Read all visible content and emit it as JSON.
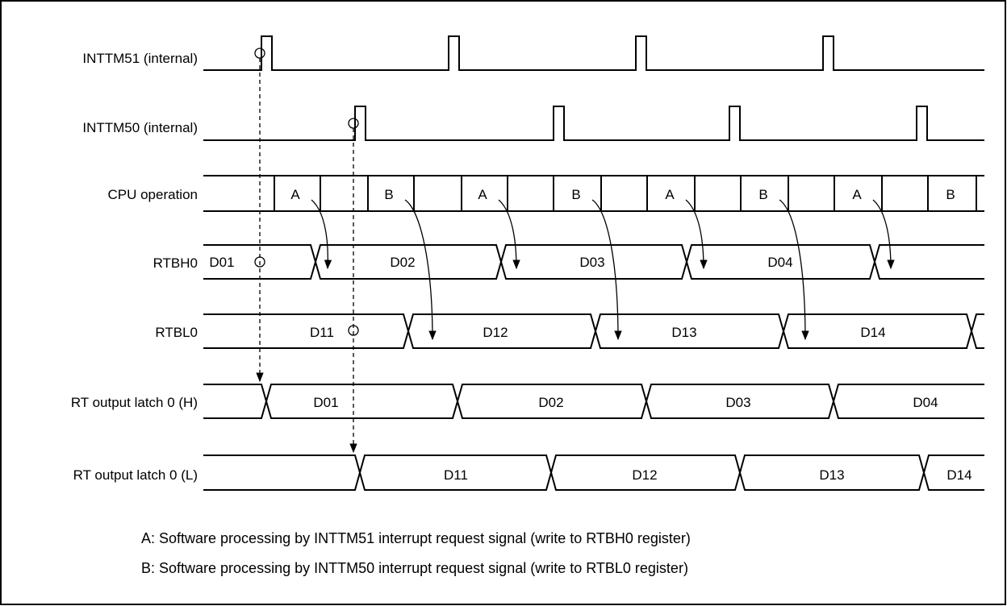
{
  "signals": {
    "intm51": "INTTM51 (internal)",
    "intm50": "INTTM50 (internal)",
    "cpu": "CPU operation",
    "rtbh0": "RTBH0",
    "rtbl0": "RTBL0",
    "latch_h": "RT output latch 0 (H)",
    "latch_l": "RT output latch 0 (L)"
  },
  "cpu_ops": [
    "A",
    "B",
    "A",
    "B",
    "A",
    "B",
    "A",
    "B"
  ],
  "rtbh0_values": [
    "D01",
    "D02",
    "D03",
    "D04"
  ],
  "rtbl0_values": [
    "D11",
    "D12",
    "D13",
    "D14"
  ],
  "latch_h_values": [
    "D01",
    "D02",
    "D03",
    "D04"
  ],
  "latch_l_values": [
    "D11",
    "D12",
    "D13",
    "D14"
  ],
  "legend": {
    "a": "A: Software processing by INTTM51 interrupt request signal (write to RTBH0 register)",
    "b": "B: Software processing by INTTM50 interrupt request signal (write to RTBL0 register)"
  }
}
